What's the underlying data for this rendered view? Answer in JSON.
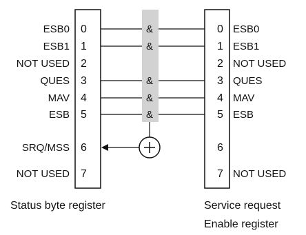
{
  "status_byte_register": {
    "caption": "Status byte register",
    "bits": [
      {
        "num": "0",
        "label": "ESB0"
      },
      {
        "num": "1",
        "label": "ESB1"
      },
      {
        "num": "2",
        "label": "NOT USED"
      },
      {
        "num": "3",
        "label": "QUES"
      },
      {
        "num": "4",
        "label": "MAV"
      },
      {
        "num": "5",
        "label": "ESB"
      },
      {
        "num": "6",
        "label": "SRQ/MSS"
      },
      {
        "num": "7",
        "label": "NOT USED"
      }
    ]
  },
  "service_request_enable_register": {
    "caption_line1": "Service request",
    "caption_line2": "Enable register",
    "bits": [
      {
        "num": "0",
        "label": "ESB0"
      },
      {
        "num": "1",
        "label": "ESB1"
      },
      {
        "num": "2",
        "label": "NOT USED"
      },
      {
        "num": "3",
        "label": "QUES"
      },
      {
        "num": "4",
        "label": "MAV"
      },
      {
        "num": "5",
        "label": "ESB"
      },
      {
        "num": "6",
        "label": ""
      },
      {
        "num": "7",
        "label": "NOT USED"
      }
    ]
  },
  "and_gates": {
    "symbol": "&",
    "bits": [
      "0",
      "1",
      "3",
      "4",
      "5"
    ]
  },
  "or_gate": {
    "symbol": "⊕"
  },
  "colors": {
    "line": "#111111",
    "gate_bar": "#d2d2d2",
    "background": "#ffffff"
  }
}
